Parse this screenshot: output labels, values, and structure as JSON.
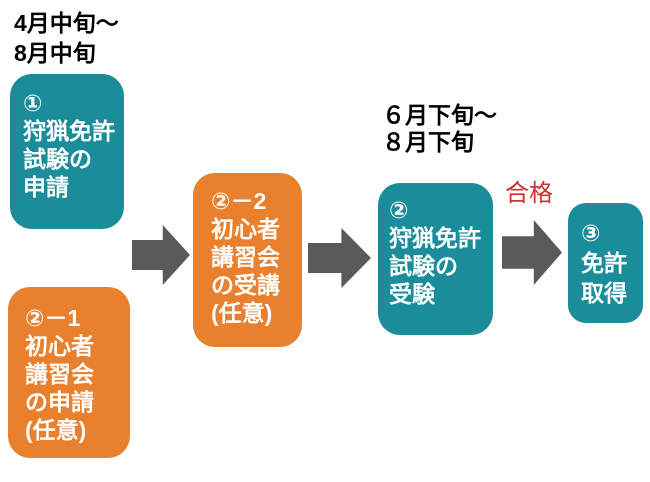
{
  "colors": {
    "teal": "#1B8C9A",
    "orange": "#E8802E",
    "arrow_gray": "#5A5A5A",
    "pass_red": "#D32F2F",
    "period_text": "#000000",
    "box_text": "#FFFFFF",
    "background": "#FFFFFF"
  },
  "labels": {
    "period_application_line1": "4月中旬～",
    "period_application_line2": "8月中旬",
    "period_exam_line1": "６月下旬～",
    "period_exam_line2": "８月下旬",
    "pass": "合格"
  },
  "boxes": [
    {
      "number": "①",
      "lines": [
        "狩猟免許",
        "試験の",
        "申請"
      ],
      "color": "teal"
    },
    {
      "number": "②－1",
      "lines": [
        "初心者",
        "講習会",
        "の申請",
        "(任意)"
      ],
      "color": "orange"
    },
    {
      "number": "②－2",
      "lines": [
        "初心者",
        "講習会",
        "の受講",
        "(任意)"
      ],
      "color": "orange"
    },
    {
      "number": "②",
      "lines": [
        "狩猟免許",
        "試験の",
        "受験"
      ],
      "color": "teal"
    },
    {
      "number": "③",
      "lines": [
        "免許",
        "取得"
      ],
      "color": "teal"
    }
  ],
  "arrows": [
    {
      "name": "arrow-1"
    },
    {
      "name": "arrow-2"
    },
    {
      "name": "arrow-3"
    }
  ]
}
